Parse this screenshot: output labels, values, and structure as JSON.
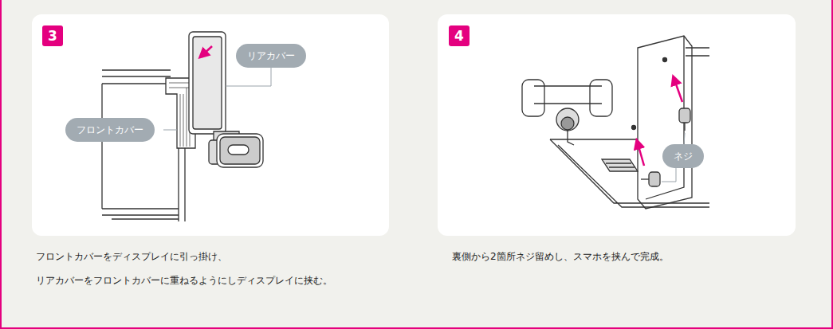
{
  "diagram": {
    "nodes": [
      {
        "text": [
          "3"
        ]
      },
      {
        "text": [
          "リアカバー"
        ]
      },
      {
        "text": [
          "フロントカバー"
        ]
      },
      {
        "text": [
          "4"
        ]
      },
      {
        "text": [
          "ネジ"
        ]
      }
    ],
    "labels": [
      "フロントカバーをディスプレイに引っ掛け、",
      "リアカバーをフロントカバーに重ねるようにしディスプレイに挟む。",
      "裏側から2箇所ネジ留めし、スマホを挟んで完成。"
    ]
  }
}
